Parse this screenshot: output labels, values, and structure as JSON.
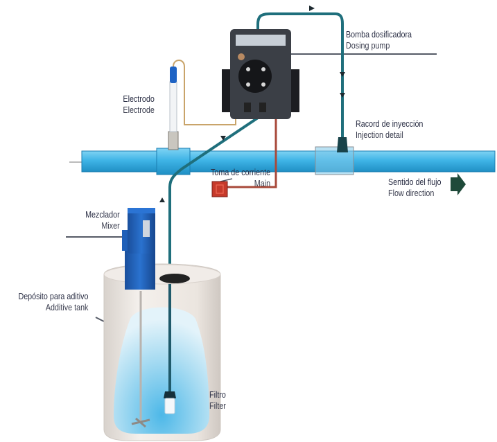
{
  "title": "Dosing pump installation diagram",
  "labels": {
    "dosing_pump": {
      "es": "Bomba dosificadora",
      "en": "Dosing pump"
    },
    "electrode": {
      "es": "Electrodo",
      "en": "Electrode"
    },
    "injection": {
      "es": "Racord de inyección",
      "en": "Injection detail"
    },
    "flow": {
      "es": "Sentido del flujo",
      "en": "Flow direction"
    },
    "main": {
      "es": "Toma de corriente",
      "en": "Main"
    },
    "mixer": {
      "es": "Mezclador",
      "en": "Mixer"
    },
    "tank": {
      "es": "Depósito para aditivo",
      "en": "Additive tank"
    },
    "filter": {
      "es": "Filtro",
      "en": "Filter"
    }
  },
  "colors": {
    "pipe": "#3fb4e6",
    "pipe_dark": "#1f8fc4",
    "hose": "#1f6f7c",
    "power_cable": "#a8493a",
    "sensor_cable": "#c9a46a",
    "pump_body": "#3b3f46",
    "tank": "#ebe6e2",
    "liquid": "#a9dcf2",
    "mixer": "#1e5fb8",
    "flow_arrow": "#1f4a3a",
    "leader_line": "#555a66"
  }
}
